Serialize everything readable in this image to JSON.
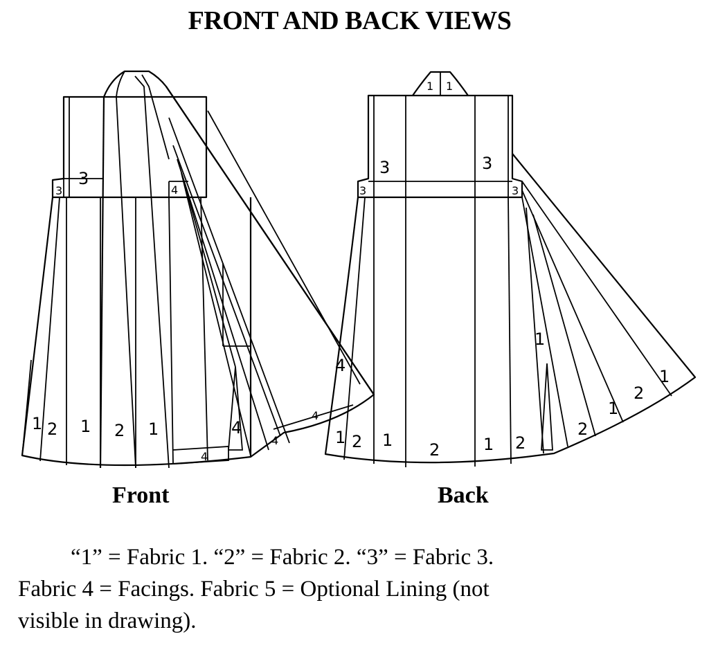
{
  "title": "FRONT AND BACK VIEWS",
  "views": {
    "front_label": "Front",
    "back_label": "Back"
  },
  "panel_labels": {
    "front_shoulder_left": "3",
    "front_small_left": "3",
    "front_small_mid": "4",
    "front_hem_1": "1",
    "front_hem_2": "2",
    "front_hem_3": "1",
    "front_hem_4": "2",
    "front_hem_5": "1",
    "front_hem_6": "4",
    "front_hem_7": "4",
    "front_hem_8": "4",
    "front_flap_1": "4",
    "front_flap_2": "4",
    "back_collar_1": "1",
    "back_collar_2": "1",
    "back_shoulder_left": "3",
    "back_shoulder_right": "3",
    "back_small_left": "3",
    "back_small_right": "3",
    "back_hem_1": "1",
    "back_hem_2": "2",
    "back_hem_3": "1",
    "back_hem_4": "2",
    "back_hem_5": "1",
    "back_hem_6": "2",
    "back_fan_1": "1",
    "back_fan_2": "2",
    "back_fan_3": "1",
    "back_fan_4": "2",
    "back_fan_5": "1"
  },
  "caption": {
    "line1": "“1” = Fabric 1. “2” = Fabric 2. “3” = Fabric 3.",
    "line2": "Fabric 4 = Facings. Fabric 5 = Optional Lining (not",
    "line3": "visible in drawing)."
  }
}
